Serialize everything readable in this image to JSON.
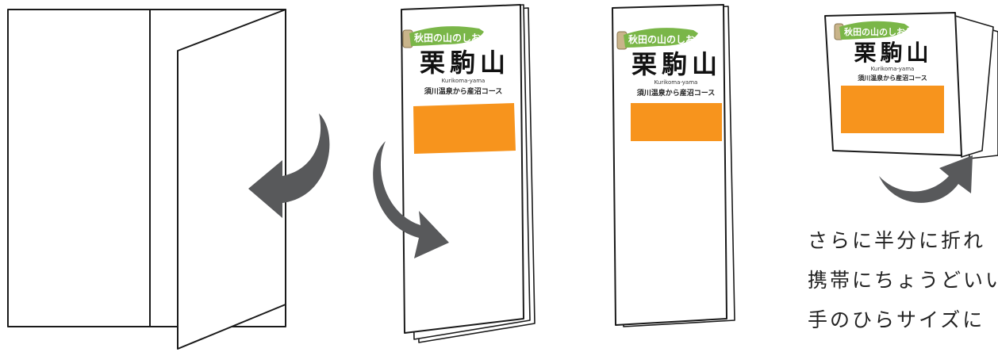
{
  "colors": {
    "banner_green": "#7ab648",
    "banner_scroll": "#c9b48a",
    "orange_block": "#f7941d",
    "arrow_gray": "#58595b",
    "outline": "#1a1a1a"
  },
  "cover": {
    "banner_text": "秋田の山のしおり",
    "title": "栗駒山",
    "romanized": "Kurikoma-yama",
    "subtitle": "須川温泉から産沼コース"
  },
  "caption_lines": [
    "さらに半分に折れ",
    "携帯にちょうどいい",
    "手のひらサイズに"
  ],
  "icons": {
    "fold_arrow_1": "curved-arrow-left-icon",
    "fold_arrow_2": "curved-arrow-right-icon",
    "fold_arrow_3": "curved-arrow-up-right-icon"
  }
}
